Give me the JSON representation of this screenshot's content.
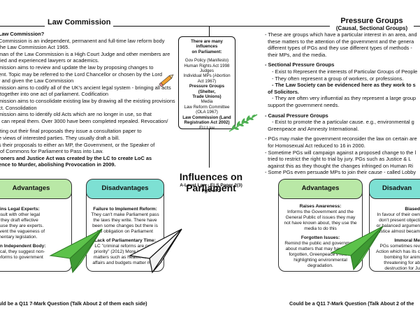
{
  "left_section": {
    "heading": "Law Commission",
    "lines": [
      "Law Commission?",
      "Commission is an independent, permanent and full-time law reform body",
      "the Law Commission Act 1965.",
      "man of the Law Commission is a High Court Judge and other members are",
      "fied and experienced lawyers or academics.",
      "mission aims to review and update the law by proposing changes to",
      "ent. Topic may be referred to the Lord Chancellor or chosen by the Lord",
      "r and given the Law Commission",
      "mission aims to codify all of the UK's ancient legal system - bringing all acts",
      " together into one act of parliament. Codification",
      "mission aims to consolidate existing law by drawing all the existing provisions",
      "ct. Consolidation",
      "mission aims to identify old Acts which are no longer in use, so that",
      "t can repeal them. Over 3000 have been completed repealed. Revocation/",
      "",
      "tting out their final proposals they issue a consultation paper to",
      "e views of interested parties. They usually draft a bill.",
      "s their proposals to either an MP, the Government, or the Speaker of",
      " of Commons for Parliament to Pass into Law.",
      "roners and Justice Act was created by the LC to create LoC as",
      "ence to Murder, abolishing Provocation in 2009."
    ],
    "advantages_header": "Advantages",
    "disadvantages_header": "Disadvantages",
    "advantages_body": [
      "ntains Legal Experts:",
      "consult with other legal",
      "rts, they draft effective",
      "ecause they are experts.",
      "prevent the vagueness of",
      "liamentary legislation.",
      "",
      "re in Independent Body:",
      "olitical, they suggest non-",
      "d reforms to government"
    ],
    "disadvantages_body": [
      "Failure to Implement Reform:",
      "They can't make Parliament pass",
      "the laws they write. There have",
      "been some changes but there is",
      "no obligation on Parliament",
      "",
      "Lack of Parliamentary Time:",
      "LC \"criminal reforms are not a",
      "priority\" (2012) More important",
      "matters such as health, foreign",
      "affairs and budgets matter more"
    ],
    "footer": "uld be a Q11 7-Mark Question (Talk About 2 of them each side)"
  },
  "center": {
    "box_lines": [
      {
        "text": "There are many influences",
        "bold": true
      },
      {
        "text": "on Parliament:",
        "bold": true
      },
      {
        "text": "",
        "bold": false
      },
      {
        "text": "Gov Policy (Manifesto)",
        "bold": false
      },
      {
        "text": "Human Rights Act 1998",
        "bold": false
      },
      {
        "text": "Judges",
        "bold": false
      },
      {
        "text": "Individual MPs (Abortion",
        "bold": false
      },
      {
        "text": "Act 1967)",
        "bold": false
      },
      {
        "text": "Pressure Groups (Shelter,",
        "bold": true
      },
      {
        "text": "Trade Unions)",
        "bold": true
      },
      {
        "text": "Media",
        "bold": false
      },
      {
        "text": "Law Reform Committee",
        "bold": false
      },
      {
        "text": "(OLA 1967)",
        "bold": false
      },
      {
        "text": "Law Commission (Land",
        "bold": true
      },
      {
        "text": "Registration Act 2002)",
        "bold": true
      },
      {
        "text": "EU Law",
        "bold": false
      }
    ],
    "title": "Influences on Parliament",
    "subtitle1": "A-Level Law - ELS Paper 2(3)",
    "subtitle2": "Pg.1 of 2"
  },
  "right_section": {
    "heading": "Pressure Groups",
    "subheading": "(Causal, Sectional Groups)",
    "intro": [
      "- These are groups which have a particular interest in an area, and",
      "  these matters to the attention of the government and the genera",
      "  different types of PGs and they use different types of methods -",
      "  their MPs, and the media."
    ],
    "sectional_title": "- Sectional Pressure Groups",
    "sectional": [
      "- Exist to Represent the interests of Particular Groups of People",
      "- They often represent a group of workers, or professions.",
      "- The Law Society can be evidenced here as they work to s",
      "  of Solicitors.",
      "- They are often very influential as they represent a large group",
      "  support the government needs."
    ],
    "causal_title": "- Causal Pressure Groups",
    "causal": [
      "- Exist to promote the a particular cause. e.g., environmental g",
      "  Greenpeace and Amnesty International."
    ],
    "more": [
      "- PGs may make the government reconsider the law on certain are",
      "  for Homosexual Act reduced to 16 in 2000.",
      "- Sometime PGs will campaign against a proposed change to the l",
      "  tried to restrict the right to trial by jury. PGs such as Justice & L",
      "  against this as they thought the changes infringed on Human Ri",
      "- Some PGs even persuade MPs to join their cause - called Lobby"
    ],
    "advantages_header": "Advantages",
    "disadvantages_header": "Disadvan",
    "advantages_body": [
      {
        "text": "Raises Awareness:",
        "bold": true
      },
      {
        "text": "Informs the Government and the",
        "bold": false
      },
      {
        "text": "General Public of issues they may",
        "bold": false
      },
      {
        "text": "not have known about, they use the",
        "bold": false
      },
      {
        "text": "media to do this",
        "bold": false
      },
      {
        "text": "",
        "bold": false
      },
      {
        "text": "Forgotten Issues:",
        "bold": true
      },
      {
        "text": "Remind the public and government",
        "bold": false
      },
      {
        "text": "about matters that may have been",
        "bold": false
      },
      {
        "text": "forgotten, Greenpeace's role in",
        "bold": false
      },
      {
        "text": "highlighting environmental",
        "bold": false
      },
      {
        "text": "degradation.",
        "bold": false
      }
    ],
    "disadvantages_body": [
      {
        "text": "Biased",
        "bold": true
      },
      {
        "text": "In favour of their own",
        "bold": false
      },
      {
        "text": "don't present objecti",
        "bold": false
      },
      {
        "text": "or balanced argumen",
        "bold": false
      },
      {
        "text": "Justice almost becam",
        "bold": false
      },
      {
        "text": "",
        "bold": false
      },
      {
        "text": "Immoral Me",
        "bold": true
      },
      {
        "text": "PGs sometimes rev",
        "bold": false
      },
      {
        "text": "Action which has its c",
        "bold": false
      },
      {
        "text": "bombing for anim",
        "bold": false
      },
      {
        "text": "threatening for ab",
        "bold": false
      },
      {
        "text": "destruction for Ju",
        "bold": false
      }
    ],
    "footer": "Could be a Q11 7-Mark Question (Talk About 2 of the"
  },
  "colors": {
    "green": "#b9e8a6",
    "teal": "#7de0d3",
    "plane_green": "#5cc24a",
    "fern": "#4caf50",
    "pencil": "#f0a030"
  }
}
